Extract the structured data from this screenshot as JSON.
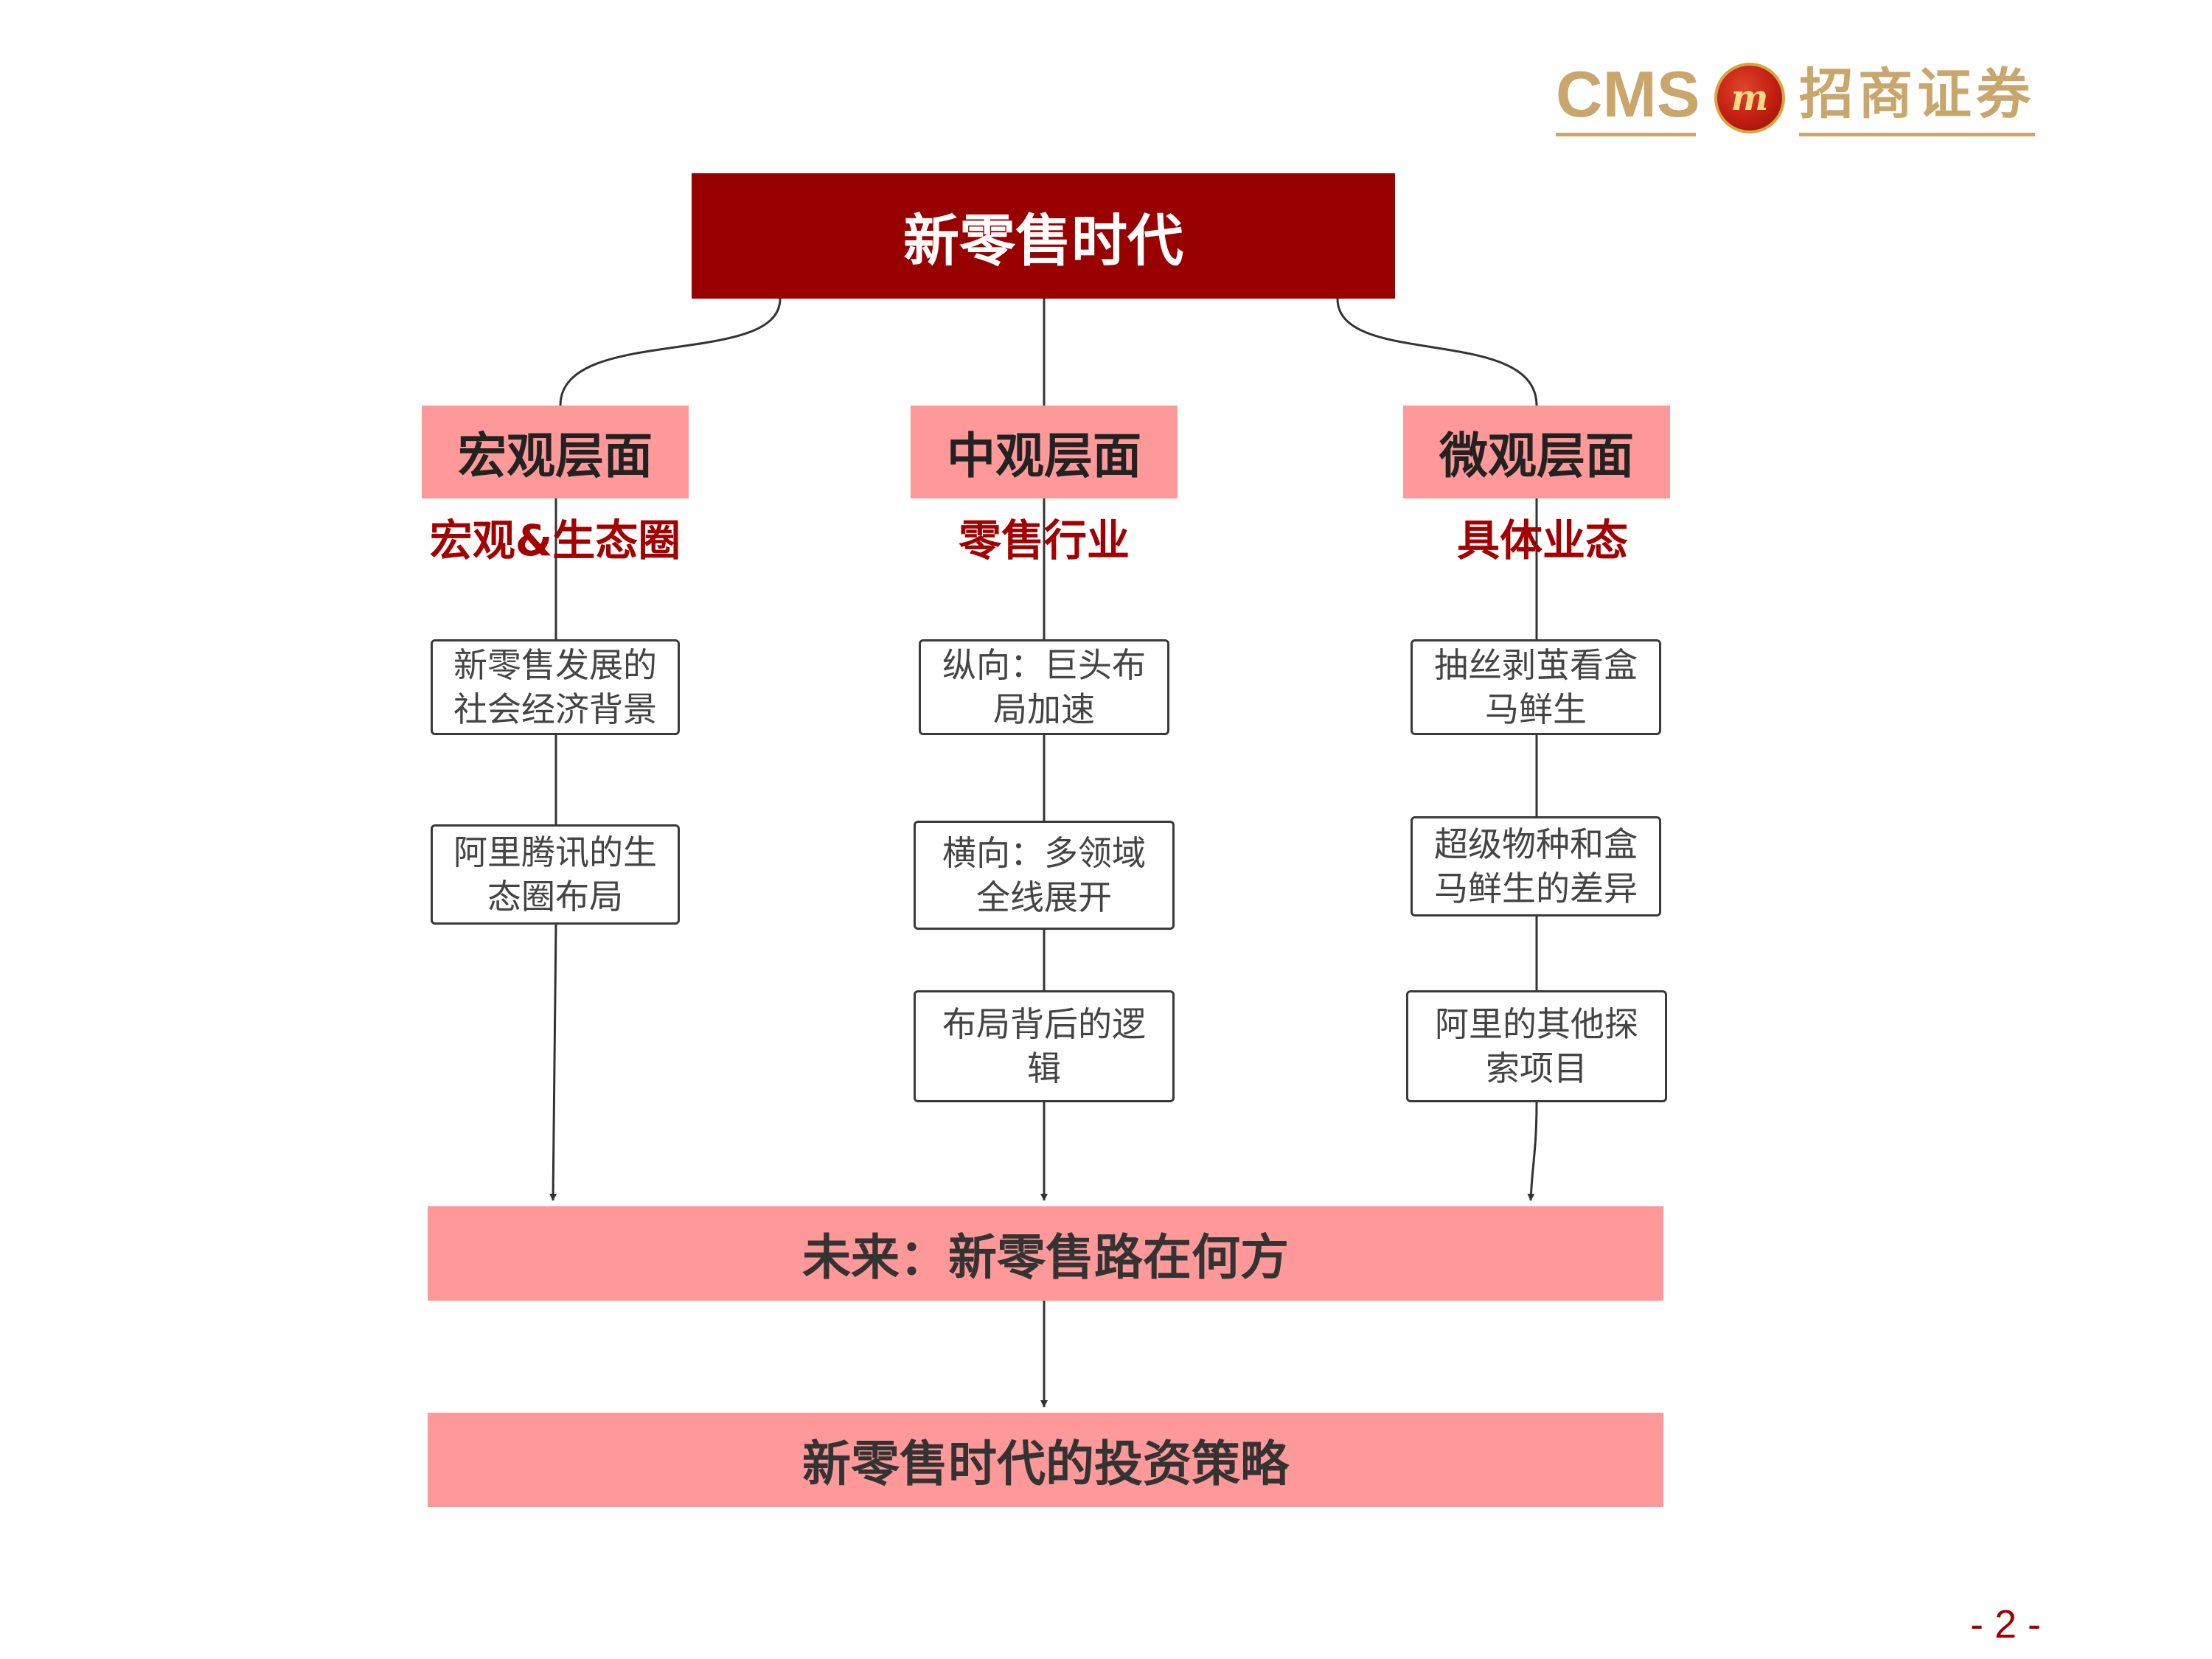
{
  "brand": {
    "cms": "CMS",
    "emblem": "m",
    "name": "招商证券",
    "gold_color": "#C9A66B",
    "emblem_color": "#C21E12"
  },
  "title": "新零售时代",
  "levels": [
    {
      "label": "宏观层面",
      "subtitle": "宏观&生态圈",
      "items": [
        [
          "新零售发展的",
          "社会经济背景"
        ],
        [
          "阿里腾讯的生",
          "态圈布局"
        ]
      ]
    },
    {
      "label": "中观层面",
      "subtitle": "零售行业",
      "items": [
        [
          "纵向：巨头布",
          "局加速"
        ],
        [
          "横向：多领域",
          "全线展开"
        ],
        [
          "布局背后的逻",
          "辑"
        ]
      ]
    },
    {
      "label": "微观层面",
      "subtitle": "具体业态",
      "items": [
        [
          "抽丝剥茧看盒",
          "马鲜生"
        ],
        [
          "超级物种和盒",
          "马鲜生的差异"
        ],
        [
          "阿里的其他探",
          "索项目"
        ]
      ]
    }
  ],
  "future": "未来：新零售路在何方",
  "strategy": "新零售时代的投资策略",
  "page_number": "- 2 -",
  "colors": {
    "title_fill": "#990000",
    "level_fill": "#FF9999",
    "subtitle_text": "#A50000",
    "connector": "#333333"
  }
}
